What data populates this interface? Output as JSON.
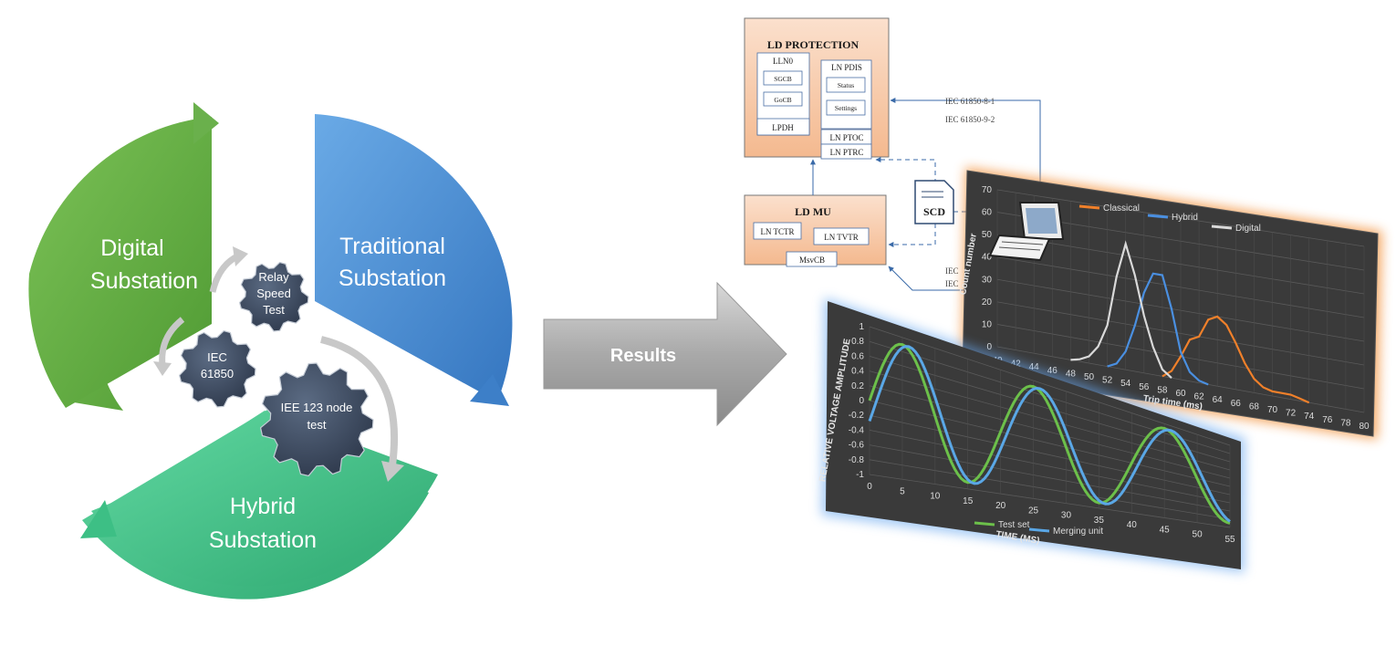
{
  "segments": {
    "digital": {
      "line1": "Digital",
      "line2": "Substation",
      "color": "#6ab04c"
    },
    "traditional": {
      "line1": "Traditional",
      "line2": "Substation",
      "color": "#4a90d9"
    },
    "hybrid": {
      "line1": "Hybrid",
      "line2": "Substation",
      "color": "#3dbf85"
    }
  },
  "gears": {
    "relay": {
      "line1": "Relay",
      "line2": "Speed",
      "line3": "Test"
    },
    "iec": {
      "line1": "IEC",
      "line2": "61850"
    },
    "ieee": {
      "line1": "IEE 123 node",
      "line2": "test"
    }
  },
  "arrow": {
    "label": "Results"
  },
  "diagram": {
    "ld_protection": "LD PROTECTION",
    "lln0": "LLN0",
    "sgcb": "SGCB",
    "gocb": "GoCB",
    "lpdh": "LPDH",
    "ln_pdis": "LN PDIS",
    "status": "Status",
    "settings": "Settings",
    "ln_ptoc": "LN PTOC",
    "ln_ptrc": "LN PTRC",
    "ld_mu": "LD MU",
    "ln_tctr": "LN TCTR",
    "ln_tvtr": "LN TVTR",
    "msvcb": "MsvCB",
    "scd": "SCD",
    "iec_8_1": "IEC 61850-8-1",
    "iec_9_2": "IEC 61850-9-2",
    "iec_a": "IEC",
    "iec_b": "IEC"
  },
  "chart_data": [
    {
      "type": "line",
      "xlabel": "TIME (MS)",
      "ylabel": "RELATIVE VOLTAGE AMPLITUDE",
      "xlim": [
        0,
        55
      ],
      "ylim": [
        -1,
        1
      ],
      "x_ticks": [
        0,
        5,
        10,
        15,
        20,
        25,
        30,
        35,
        40,
        45,
        50,
        55
      ],
      "y_ticks": [
        1,
        0.8,
        0.6,
        0.4,
        0.2,
        0,
        -0.2,
        -0.4,
        -0.6,
        -0.8,
        -1
      ],
      "y_tick_labels": [
        "1",
        "0.8",
        "0.6",
        "0.4",
        "0.2",
        "0",
        "-0.2",
        "-0.4",
        "-0.6",
        "-0.8",
        "-1"
      ],
      "series": [
        {
          "name": "Test set",
          "color": "#6cc04a",
          "amplitude": 0.9,
          "period_ms": 20,
          "peak_ms": 5,
          "x": [
            0,
            2.5,
            5,
            7.5,
            10,
            12.5,
            15,
            17.5,
            20,
            22.5,
            25,
            27.5,
            30,
            32.5,
            35,
            37.5,
            40,
            42.5,
            45,
            47.5,
            50,
            52.5,
            55
          ],
          "y": [
            0,
            0.64,
            0.9,
            0.64,
            0,
            -0.64,
            -0.9,
            -0.64,
            0,
            0.64,
            0.9,
            0.64,
            0,
            -0.64,
            -0.9,
            -0.64,
            0,
            0.64,
            0.9,
            0.64,
            0,
            -0.64,
            -0.9
          ]
        },
        {
          "name": "Merging unit",
          "color": "#5aa7e6",
          "amplitude": 0.9,
          "period_ms": 20,
          "peak_ms": 6,
          "x": [
            0,
            2.5,
            5,
            7.5,
            10,
            12.5,
            15,
            17.5,
            20,
            22.5,
            25,
            27.5,
            30,
            32.5,
            35,
            37.5,
            40,
            42.5,
            45,
            47.5,
            50,
            52.5,
            55
          ],
          "y": [
            -0.53,
            0.34,
            0.86,
            0.78,
            0.16,
            -0.53,
            -0.9,
            -0.69,
            0,
            0.69,
            0.9,
            0.53,
            -0.16,
            -0.78,
            -0.86,
            -0.34,
            0.53,
            0.89,
            0.73,
            0.06,
            -0.6,
            -0.9,
            -0.65
          ]
        }
      ]
    },
    {
      "type": "line",
      "xlabel": "Trip time (ms)",
      "ylabel": "Count number",
      "xlim": [
        40,
        80
      ],
      "ylim": [
        0,
        70
      ],
      "x_ticks": [
        40,
        42,
        44,
        46,
        48,
        50,
        52,
        54,
        56,
        58,
        60,
        62,
        64,
        66,
        68,
        70,
        72,
        74,
        76,
        78,
        80
      ],
      "y_ticks": [
        0,
        10,
        20,
        30,
        40,
        50,
        60,
        70
      ],
      "series": [
        {
          "name": "Classical",
          "color": "#f0802a",
          "x": [
            58,
            59,
            60,
            61,
            62,
            63,
            64,
            65,
            66,
            67,
            68,
            69,
            70,
            71,
            72,
            73,
            74
          ],
          "y": [
            0,
            3,
            10,
            18,
            20,
            28,
            30,
            27,
            20,
            12,
            6,
            3,
            2,
            2,
            2,
            1,
            0
          ]
        },
        {
          "name": "Hybrid",
          "color": "#4a8fe0",
          "x": [
            52,
            53,
            54,
            55,
            56,
            57,
            58,
            59,
            60,
            61,
            62,
            63
          ],
          "y": [
            0,
            2,
            8,
            20,
            35,
            44,
            44,
            30,
            12,
            4,
            1,
            0
          ]
        },
        {
          "name": "Digital",
          "color": "#d9d9d9",
          "x": [
            48,
            49,
            50,
            51,
            52,
            53,
            54,
            55,
            56,
            57,
            58,
            59
          ],
          "y": [
            0,
            1,
            3,
            8,
            18,
            40,
            55,
            42,
            25,
            12,
            3,
            0
          ]
        }
      ]
    }
  ]
}
